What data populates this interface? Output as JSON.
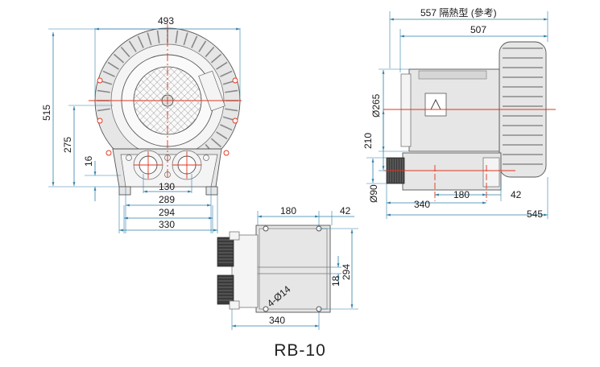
{
  "title": "RB-10",
  "front_view": {
    "dims": {
      "top": "493",
      "height_total": "515",
      "height_275": "275",
      "height_16": "16",
      "w130": "130",
      "w289": "289",
      "w294": "294",
      "w330": "330"
    }
  },
  "side_view": {
    "dims": {
      "top_note": "557 隔熱型 (參考)",
      "w507": "507",
      "dia265": "Ø265",
      "h210": "210",
      "dia90": "Ø90",
      "w340": "340",
      "w180": "180",
      "w42": "42",
      "w545": "545"
    }
  },
  "base_view": {
    "dims": {
      "w180": "180",
      "w42": "42",
      "h294": "294",
      "h18": "18",
      "holes": "4-Ø14",
      "w340": "340"
    }
  },
  "colors": {
    "dimension_line": "#2f7fa8",
    "centerline": "#e0341c",
    "body_gray": "#e6e6e6"
  }
}
